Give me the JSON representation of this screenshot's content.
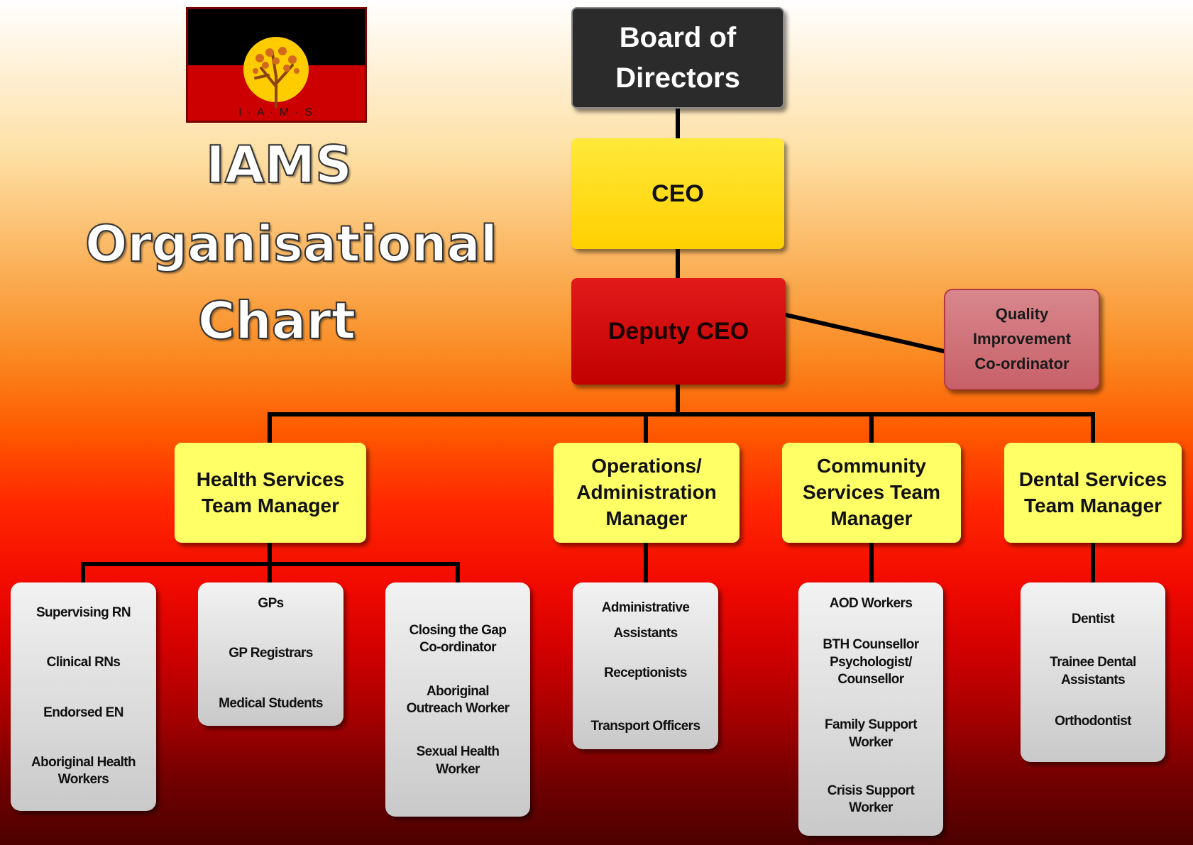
{
  "title": {
    "line1": "IAMS",
    "line2": "Organisational",
    "line3": "Chart"
  },
  "logo": {
    "initials": "I · A · M · S",
    "colors": {
      "black": "#000000",
      "red": "#cc0000",
      "yellow": "#ffcc00",
      "tree": "#8b4513"
    }
  },
  "top": {
    "board": [
      "Board of",
      "Directors"
    ],
    "ceo": "CEO",
    "deputy": "Deputy CEO",
    "quality": [
      "Quality",
      "Improvement",
      "Co-ordinator"
    ]
  },
  "managers": {
    "health": [
      "Health Services",
      "Team Manager"
    ],
    "operations": [
      "Operations/",
      "Administration",
      "Manager"
    ],
    "community": [
      "Community",
      "Services Team",
      "Manager"
    ],
    "dental": [
      "Dental Services",
      "Team Manager"
    ]
  },
  "staff": {
    "nursing": [
      [
        "Supervising RN"
      ],
      [
        "Clinical RNs"
      ],
      [
        "Endorsed EN"
      ],
      [
        "Aboriginal Health",
        "Workers"
      ]
    ],
    "medical": [
      [
        "GPs"
      ],
      [
        "GP Registrars"
      ],
      [
        "Medical Students"
      ]
    ],
    "outreach": [
      [
        "Closing the Gap",
        "Co-ordinator"
      ],
      [
        "Aboriginal",
        "Outreach Worker"
      ],
      [
        "Sexual Health",
        "Worker"
      ]
    ],
    "admin": [
      [
        "Administrative",
        "Assistants"
      ],
      [
        "Receptionists"
      ],
      [
        "Transport Officers"
      ]
    ],
    "community": [
      [
        "AOD Workers"
      ],
      [
        "BTH Counsellor",
        "Psychologist/",
        "Counsellor"
      ],
      [
        "Family Support",
        "Worker"
      ],
      [
        "Crisis Support",
        "Worker"
      ]
    ],
    "dental": [
      [
        "Dentist"
      ],
      [
        "Trainee Dental",
        "Assistants"
      ],
      [
        "Orthodontist"
      ]
    ]
  },
  "colors": {
    "board": "#2b2b2b",
    "ceo": "#ffd000",
    "deputy": "#c80000",
    "quality": "#cf6f77",
    "manager": "#ffff66",
    "staff": "#d9d9d9",
    "connector": "#000000"
  }
}
